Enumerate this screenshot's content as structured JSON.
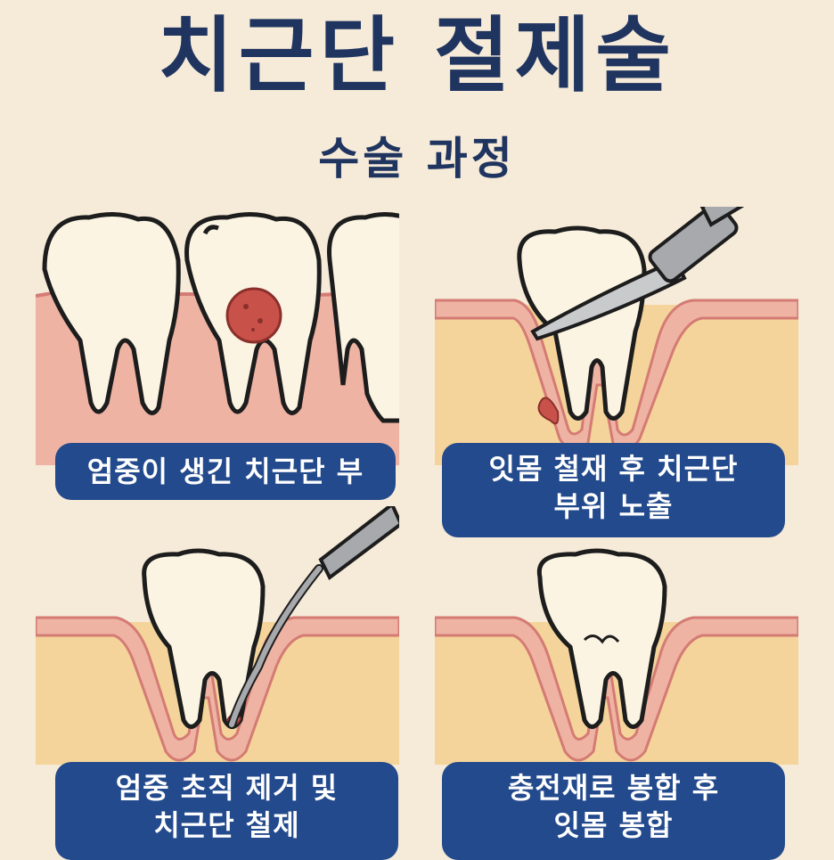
{
  "title": "치근단 절제술",
  "subtitle": "수술 과정",
  "steps": [
    {
      "line1": "엄중이 생긴 치근단 부",
      "line2": ""
    },
    {
      "line1": "잇몸 철재 후 치근단",
      "line2": "부위 노출"
    },
    {
      "line1": "엄중 초직 제거 및",
      "line2": "치근단 철제"
    },
    {
      "line1": "충전재로 봉합 후",
      "line2": "잇몸 봉합"
    }
  ],
  "colors": {
    "background": "#f6ead8",
    "title": "#1f3560",
    "caption_bg": "#234a8c",
    "gum": "#efb3a4",
    "gum_edge": "#d47b74",
    "bone": "#f4d49a",
    "tooth": "#fbf4e3",
    "lesion": "#c8514a",
    "instrument": "#a7a9ac"
  }
}
